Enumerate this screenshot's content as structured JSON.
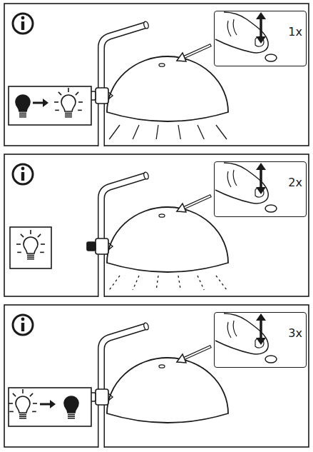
{
  "diagram": {
    "nodes": [
      {
        "text": [
          "1x"
        ]
      },
      {
        "text": [
          "2x"
        ]
      },
      {
        "text": [
          "3x"
        ]
      }
    ]
  }
}
